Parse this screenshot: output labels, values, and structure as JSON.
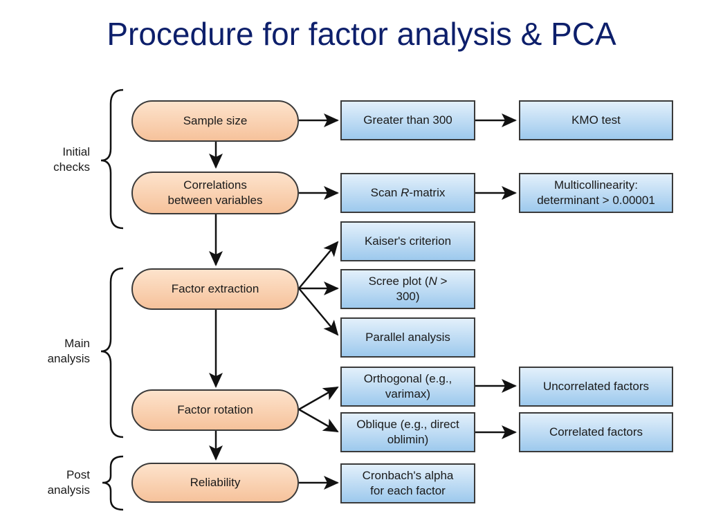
{
  "title": "Procedure for factor analysis & PCA",
  "stages": [
    {
      "line1": "Initial",
      "line2": "checks"
    },
    {
      "line1": "Main",
      "line2": "analysis"
    },
    {
      "line1": "Post",
      "line2": "analysis"
    }
  ],
  "steps": {
    "sample_size": "Sample size",
    "correlations_l1": "Correlations",
    "correlations_l2": "between variables",
    "factor_extraction": "Factor extraction",
    "factor_rotation": "Factor rotation",
    "reliability": "Reliability"
  },
  "outcomes": {
    "greater_300": "Greater than 300",
    "kmo": "KMO test",
    "scan_pre": "Scan ",
    "scan_r": "R",
    "scan_post": "-matrix",
    "multi_l1": "Multicollinearity:",
    "multi_l2": "determinant > 0.00001",
    "kaiser": "Kaiser's criterion",
    "scree_pre": "Scree plot (",
    "scree_n": "N",
    "scree_post": " >",
    "scree_l2": "300)",
    "parallel": "Parallel analysis",
    "orth_l1": "Orthogonal (e.g.,",
    "orth_l2": "varimax)",
    "uncorrelated": "Uncorrelated factors",
    "obl_l1": "Oblique (e.g., direct",
    "obl_l2": "oblimin)",
    "correlated": "Correlated factors",
    "cron_l1": "Cronbach's alpha",
    "cron_l2": "for each factor"
  },
  "colors": {
    "title": "#0d1f6b",
    "step_fill": "#f6c29b",
    "outcome_fill": "#9dc9ed",
    "line": "#111111"
  }
}
